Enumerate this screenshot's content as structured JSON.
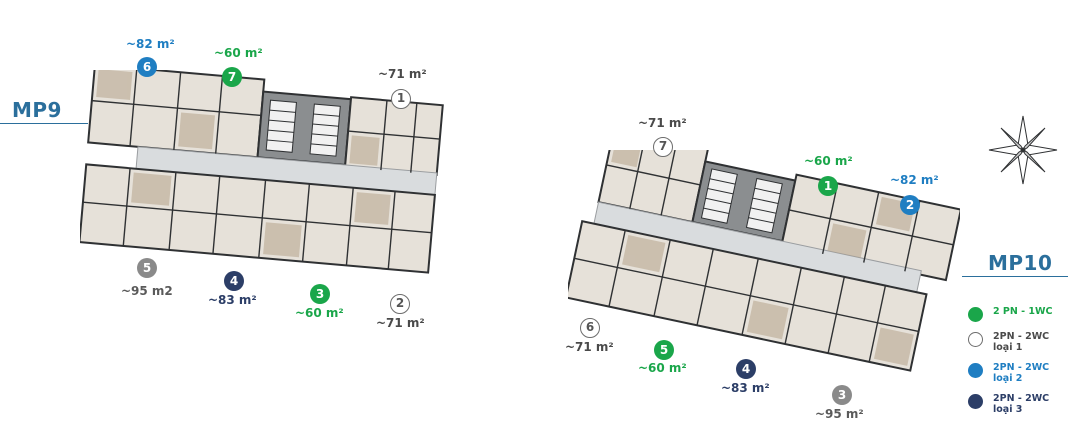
{
  "towers": [
    {
      "name": "MP9",
      "units": [
        {
          "number": "6",
          "area": "~82 m²",
          "type": "blue"
        },
        {
          "number": "7",
          "area": "~60 m²",
          "type": "green"
        },
        {
          "number": "1",
          "area": "~71 m²",
          "type": "white"
        },
        {
          "number": "5",
          "area": "~95 m2",
          "type": "grey"
        },
        {
          "number": "4",
          "area": "~83 m²",
          "type": "navy"
        },
        {
          "number": "3",
          "area": "~60 m²",
          "type": "green"
        },
        {
          "number": "2",
          "area": "~71 m²",
          "type": "white"
        }
      ]
    },
    {
      "name": "MP10",
      "units": [
        {
          "number": "7",
          "area": "~71 m²",
          "type": "white"
        },
        {
          "number": "1",
          "area": "~60 m²",
          "type": "green"
        },
        {
          "number": "2",
          "area": "~82 m²",
          "type": "blue"
        },
        {
          "number": "6",
          "area": "~71 m²",
          "type": "white"
        },
        {
          "number": "5",
          "area": "~60 m²",
          "type": "green"
        },
        {
          "number": "4",
          "area": "~83 m²",
          "type": "navy"
        },
        {
          "number": "3",
          "area": "~95 m²",
          "type": "grey"
        }
      ]
    }
  ],
  "legend": [
    {
      "type": "green",
      "line1": "2 PN - 1WC",
      "line2": ""
    },
    {
      "type": "white",
      "line1": "2PN - 2WC",
      "line2": "loại 1"
    },
    {
      "type": "blue",
      "line1": "2PN - 2WC",
      "line2": "loại 2"
    },
    {
      "type": "navy",
      "line1": "2PN - 2WC",
      "line2": "loại 3"
    }
  ],
  "colors": {
    "green": "#1aa64a",
    "blue": "#1f7ec2",
    "navy": "#2c3e67",
    "grey": "#8a8a8a",
    "tower_label": "#2b6f9c",
    "corridor": "#d9dcde",
    "wall": "#2f3133",
    "floor": "#b5a48c",
    "room": "#e6e1d9"
  },
  "icons": {
    "compass": "compass-rose-icon"
  }
}
